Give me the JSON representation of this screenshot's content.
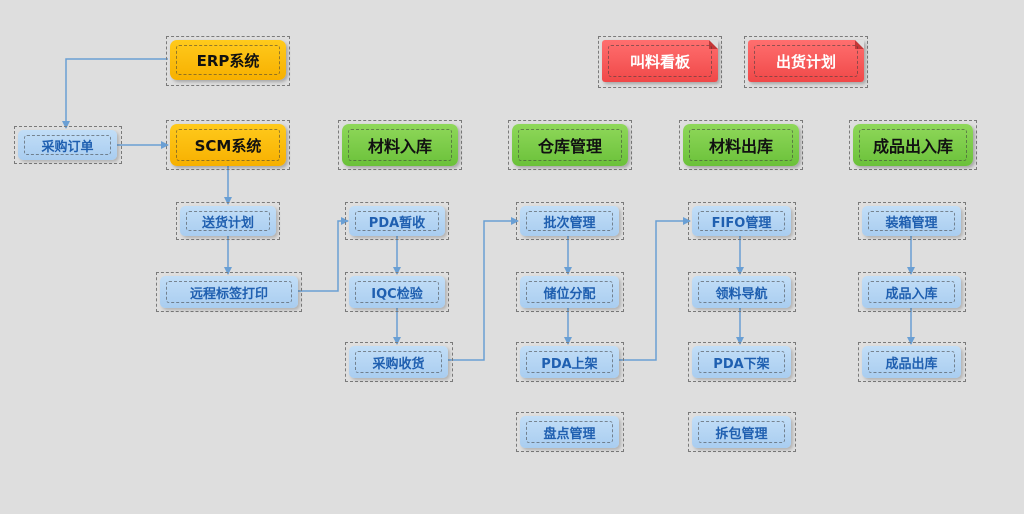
{
  "nodes": {
    "erp": "ERP系统",
    "scm": "SCM系统",
    "purchase_order": "采购订单",
    "delivery_plan": "送货计划",
    "remote_label_print": "远程标签打印",
    "material_inbound": "材料入库",
    "pda_temp_receive": "PDA暂收",
    "iqc_inspection": "IQC检验",
    "purchase_receipt": "采购收货",
    "warehouse_mgmt": "仓库管理",
    "batch_mgmt": "批次管理",
    "location_alloc": "储位分配",
    "pda_shelve": "PDA上架",
    "inventory_count": "盘点管理",
    "material_outbound": "材料出库",
    "fifo_mgmt": "FIFO管理",
    "picking_nav": "领料导航",
    "pda_unshelve": "PDA下架",
    "unpack_mgmt": "拆包管理",
    "fg_in_out": "成品出入库",
    "packing_mgmt": "装箱管理",
    "fg_inbound": "成品入库",
    "fg_outbound": "成品出库",
    "call_board": "叫料看板",
    "shipping_plan": "出货计划"
  },
  "colors": {
    "system": "#f7b000",
    "header": "#6bc13a",
    "step": "#a9cdf0",
    "alert": "#f04848",
    "connector": "#6a9fd4",
    "background": "#dedede"
  }
}
